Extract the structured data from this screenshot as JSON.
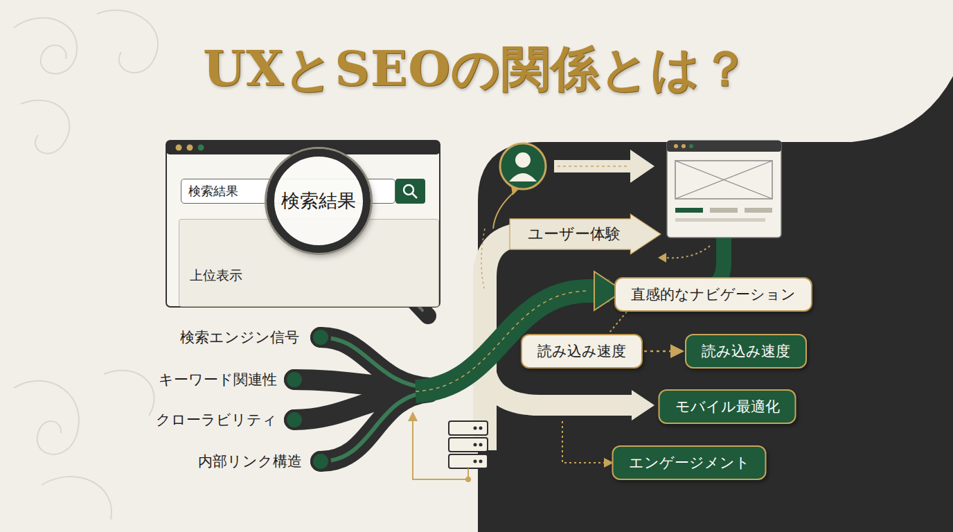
{
  "diagram": {
    "title": "UXとSEOの関係とは？",
    "nodes": [
      {
        "text": [
          "検索結果"
        ]
      },
      {
        "text": [
          "検索結果"
        ]
      },
      {
        "text": [
          "上位表示"
        ]
      },
      {
        "text": [
          "ユーザー体験"
        ]
      },
      {
        "text": [
          "直感的なナビゲーション"
        ]
      },
      {
        "text": [
          "読み込み速度"
        ]
      },
      {
        "text": [
          "読み込み速度"
        ]
      },
      {
        "text": [
          "モバイル最適化"
        ]
      },
      {
        "text": [
          "エンゲージメント"
        ]
      }
    ],
    "edges": [
      {
        "from": 5,
        "to": 6,
        "arrow": "to"
      }
    ],
    "labels": [
      "検索エンジン信号",
      "キーワード関連性",
      "クローラビリティ",
      "内部リンク構造"
    ]
  }
}
